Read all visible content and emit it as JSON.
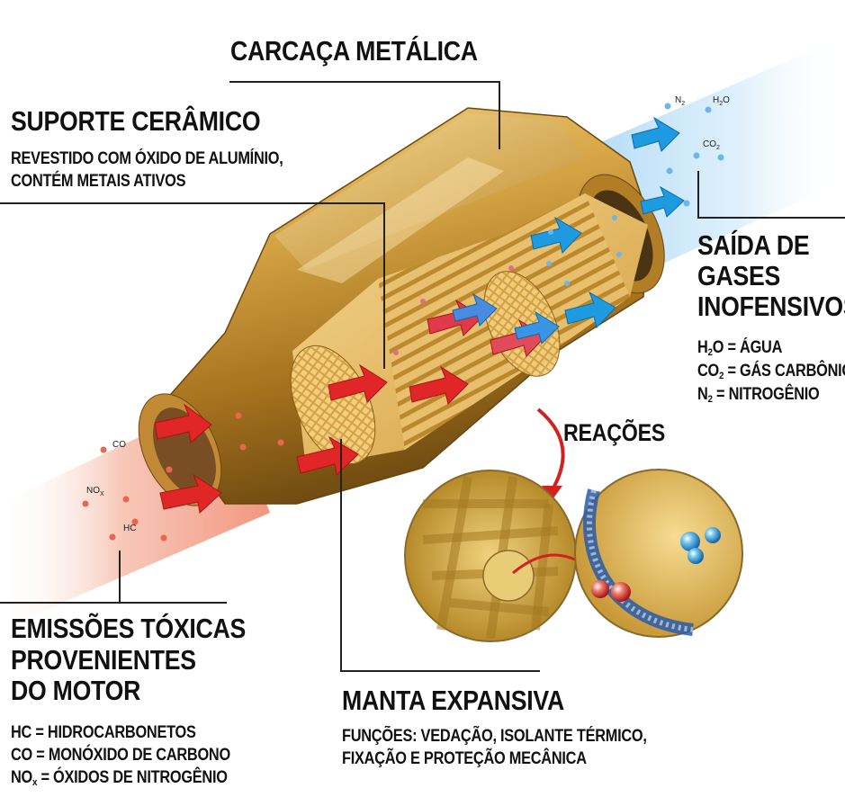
{
  "labels": {
    "housing": "CARCAÇA METÁLICA",
    "substrate_title": "SUPORTE CERÂMICO",
    "substrate_desc_1": "REVESTIDO COM ÓXIDO DE ALUMÍNIO,",
    "substrate_desc_2": "CONTÉM METAIS ATIVOS",
    "outlet_title_1": "SAÍDA DE",
    "outlet_title_2": "GASES",
    "outlet_title_3": "INOFENSIVOS",
    "reactions": "REAÇÕES",
    "inlet_title_1": "EMISSÕES TÓXICAS",
    "inlet_title_2": "PROVENIENTES",
    "inlet_title_3": "DO MOTOR",
    "mat_title": "MANTA EXPANSIVA",
    "mat_desc_1": "FUNÇÕES: VEDAÇÃO, ISOLANTE TÉRMICO,",
    "mat_desc_2": "FIXAÇÃO E PROTEÇÃO MECÂNICA"
  },
  "legend_outlet": {
    "h2o_prefix": "H",
    "h2o_sub": "2",
    "h2o_rest": "O = ÁGUA",
    "co2_prefix": "CO",
    "co2_sub": "2",
    "co2_rest": " = GÁS CARBÔNICO",
    "n2_prefix": "N",
    "n2_sub": "2",
    "n2_rest": " = NITROGÊNIO"
  },
  "legend_inlet": {
    "hc": "HC = HIDROCARBONETOS",
    "co": "CO = MONÓXIDO DE CARBONO",
    "nox_prefix": "NO",
    "nox_sub": "x",
    "nox_rest": " = ÓXIDOS DE NITROGÊNIO"
  },
  "gas_tags": {
    "co": "CO",
    "nox": "NO",
    "nox_sub": "X",
    "hc": "HC",
    "n2": "N",
    "n2_sub": "2",
    "h2o_a": "H",
    "h2o_sub": "2",
    "h2o_b": "O",
    "co2": "CO",
    "co2_sub": "2"
  },
  "colors": {
    "brass": "#c8962e",
    "brass_dark": "#8a5e14",
    "toxic_red": "#e02626",
    "clean_blue": "#1e9be0",
    "leader_line": "#222222"
  }
}
